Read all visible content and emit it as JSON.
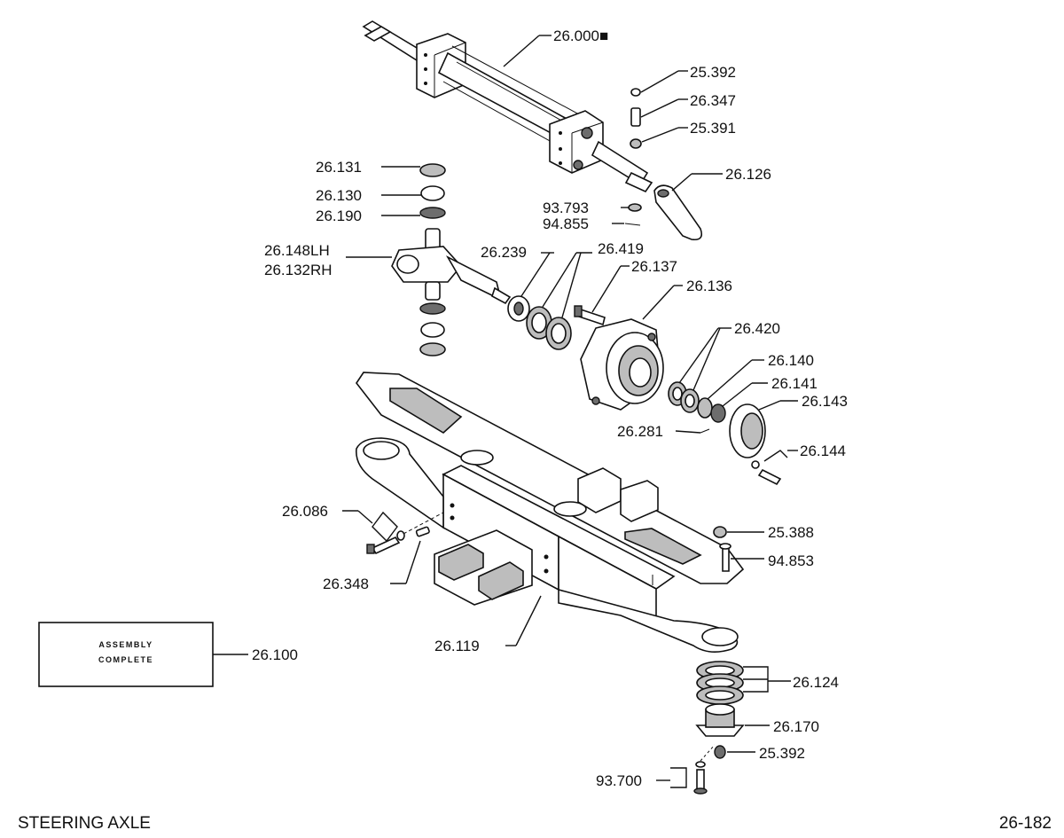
{
  "labels": {
    "p26000": "26.000■",
    "p25392a": "25.392",
    "p26347": "26.347",
    "p25391": "25.391",
    "p26126": "26.126",
    "p26131": "26.131",
    "p26130": "26.130",
    "p26190": "26.190",
    "p93793": "93.793",
    "p94855": "94.855",
    "p26148": "26.148LH",
    "p26132": "26.132RH",
    "p26239": "26.239",
    "p26419": "26.419",
    "p26137": "26.137",
    "p26136": "26.136",
    "p26420": "26.420",
    "p26140": "26.140",
    "p26141": "26.141",
    "p26143": "26.143",
    "p26281": "26.281",
    "p26144": "26.144",
    "p26086": "26.086",
    "p25388": "25.388",
    "p94853": "94.853",
    "p26348": "26.348",
    "p26100": "26.100",
    "p26119": "26.119",
    "p26124": "26.124",
    "p26170": "26.170",
    "p25392b": "25.392",
    "p93700": "93.700"
  },
  "assembly_box": {
    "line1": "ASSEMBLY",
    "line2": "COMPLETE"
  },
  "footer": {
    "title": "STEERING AXLE",
    "page_code": "26-182"
  }
}
